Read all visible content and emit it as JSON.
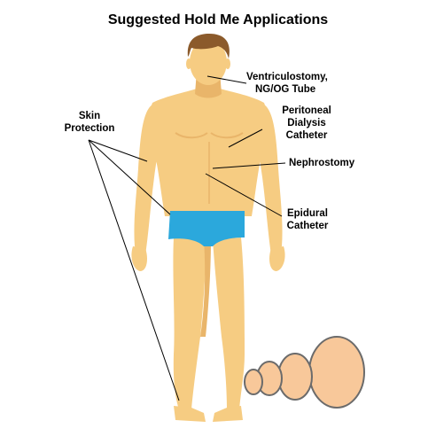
{
  "title": "Suggested Hold Me Applications",
  "labels": {
    "skin_protection": [
      "Skin",
      "Protection"
    ],
    "ventriculostomy": [
      "Ventriculostomy,",
      "NG/OG Tube"
    ],
    "peritoneal": [
      "Peritoneal",
      "Dialysis",
      "Catheter"
    ],
    "nephrostomy": [
      "Nephrostomy"
    ],
    "epidural": [
      "Epidural",
      "Catheter"
    ]
  },
  "colors": {
    "skin": "#F6CC82",
    "skin_shadow": "#E9B56A",
    "hair": "#8B5A2B",
    "briefs": "#2BA8DC",
    "pad_fill": "#F8C89A",
    "pad_stroke": "#6B6B6B",
    "line": "#000000"
  }
}
